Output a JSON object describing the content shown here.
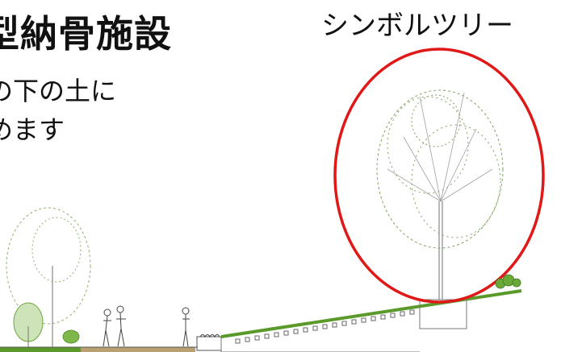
{
  "heading": {
    "title": "型納骨施設",
    "line1": "の下の土に",
    "line2": "めます"
  },
  "labels": {
    "symbol_tree": "シンボルツリー"
  },
  "colors": {
    "highlight": "#e01818",
    "grass": "#5a9a2a",
    "soil": "#b8a070",
    "foliage": "#8fb070"
  },
  "icons": [
    "symbol-tree-illustration",
    "small-tree-illustration",
    "people-illustration",
    "shrub-illustration"
  ]
}
